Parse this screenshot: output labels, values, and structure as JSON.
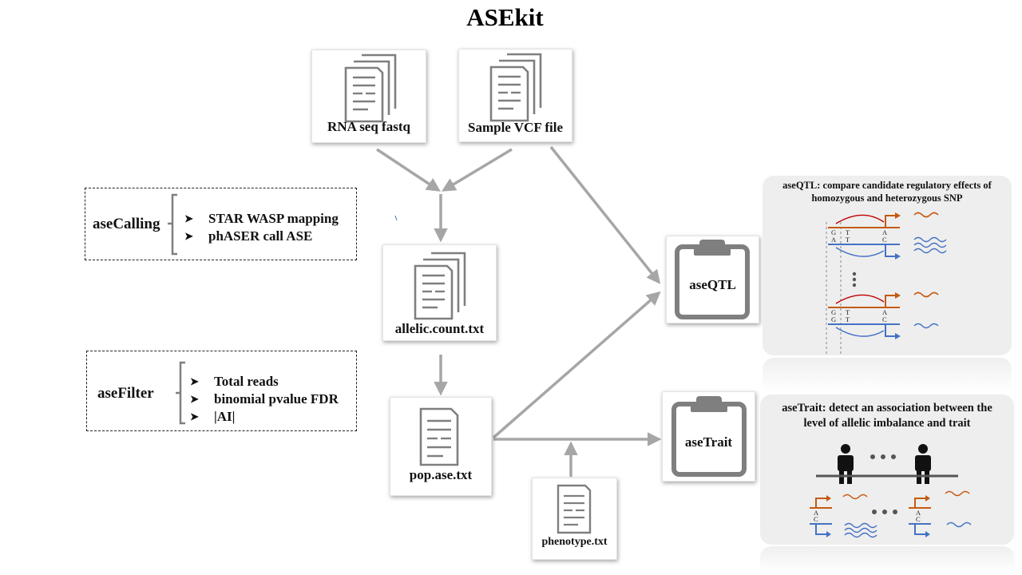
{
  "title": "ASEkit",
  "inputs": {
    "fastq": "RNA seq fastq",
    "vcf": "Sample VCF file",
    "counts": "allelic.count.txt",
    "popase": "pop.ase.txt",
    "phenotype": "phenotype.txt"
  },
  "modules": {
    "qtl": "aseQTL",
    "trait": "aseTrait"
  },
  "calling": {
    "title": "aseCalling",
    "items": [
      "STAR WASP mapping",
      "phASER call  ASE"
    ]
  },
  "filter": {
    "title": "aseFilter",
    "items": [
      "Total reads",
      "binomial pvalue FDR",
      "|AI|"
    ]
  },
  "qtl_panel": {
    "line1": "aseQTL:  compare candidate regulatory effects of",
    "line2": "homozygous and heterozygous SNP",
    "het": {
      "top_left": "G",
      "top_mid": "T",
      "top_right": "A",
      "bottom_left": "A",
      "bottom_mid": "T",
      "bottom_right": "C"
    },
    "hom": {
      "top_left": "G",
      "top_mid": "T",
      "top_right": "A",
      "bottom_left": "G",
      "bottom_mid": "T",
      "bottom_right": "C"
    }
  },
  "trait_panel": {
    "line1": "aseTrait:  detect an association between the",
    "line2": "level of allelic imbalance and trait",
    "allele_a": "A",
    "allele_c": "C"
  },
  "colors": {
    "arrow": "#a6a6a6",
    "icon": "#7f7f7f",
    "orange": "#c55a11",
    "blue": "#4472c4",
    "red": "#c00000",
    "panel": "#eeeeee"
  }
}
